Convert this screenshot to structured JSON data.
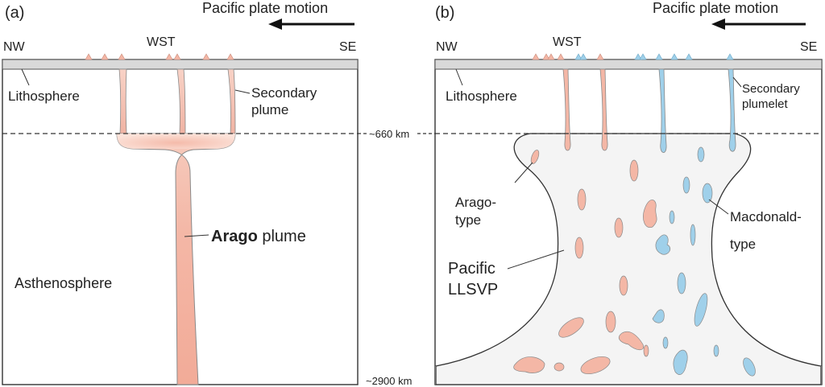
{
  "panel_a": {
    "letter": "(a)",
    "motion_label": "Pacific plate motion",
    "nw": "NW",
    "se": "SE",
    "wst": "WST",
    "lithosphere": "Lithosphere",
    "secondary_plume_line1": "Secondary",
    "secondary_plume_line2": "plume",
    "arago_bold": "Arago",
    "arago_rest": " plume",
    "asthenosphere": "Asthenosphere"
  },
  "panel_b": {
    "letter": "(b)",
    "motion_label": "Pacific plate motion",
    "nw": "NW",
    "se": "SE",
    "wst": "WST",
    "lithosphere": "Lithosphere",
    "plumelet_line1": "Secondary",
    "plumelet_line2": "plumelet",
    "arago_type_line1": "Arago-",
    "arago_type_line2": "type",
    "macdonald_line1": "Macdonald-",
    "macdonald_line2": "type",
    "llsvp_line1": "Pacific",
    "llsvp_line2": "LLSVP"
  },
  "depths": {
    "upper": "~660 km",
    "lower": "~2900 km"
  },
  "colors": {
    "arago_pink": "#f4b7a6",
    "macdonald_blue": "#9fd0ea",
    "lithosphere_gray": "#d9d9d9",
    "llsvp_fill": "#f4f4f4"
  }
}
